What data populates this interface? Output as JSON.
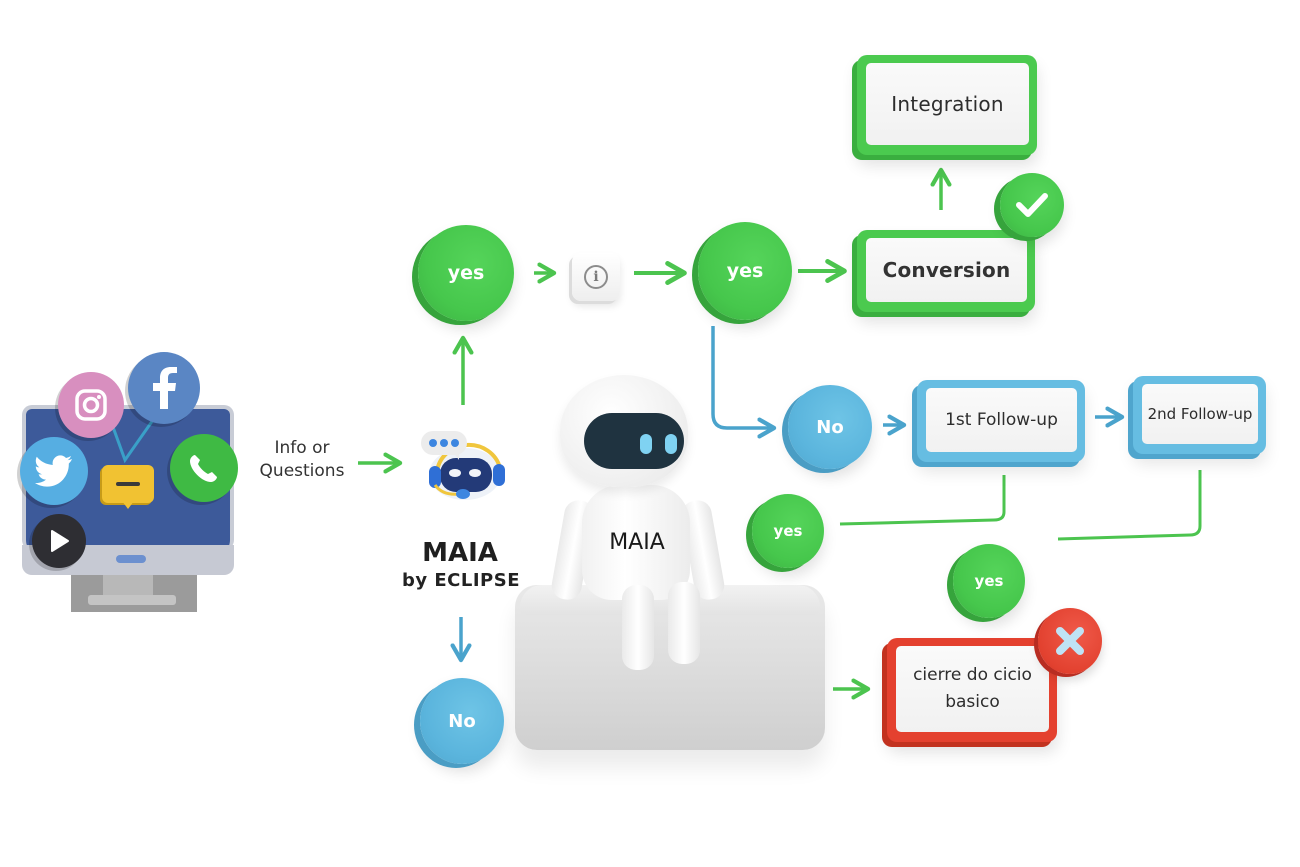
{
  "diagram": {
    "source": {
      "channels": [
        "instagram-icon",
        "facebook-icon",
        "twitter-icon",
        "whatsapp-icon",
        "chat-bubble-icon",
        "play-icon"
      ]
    },
    "input_label_line1": "Info or",
    "input_label_line2": "Questions",
    "assistant": {
      "name": "MAIA",
      "byline": "by ECLIPSE"
    },
    "robot_chest_label": "MAIA",
    "nodes": {
      "yes_1": "yes",
      "info": "i",
      "yes_2": "yes",
      "conversion": "Conversion",
      "integration": "Integration",
      "no_followup": "No",
      "first_followup": "1st Follow-up",
      "second_followup": "2nd Follow-up",
      "yes_from_first": "yes",
      "yes_from_second": "yes",
      "no_bottom": "No",
      "close": "cierre do cicio\nbasico"
    },
    "close_line1": "cierre do cicio",
    "close_line2": "basico",
    "colors": {
      "yes_green": "#46c74c",
      "no_blue": "#5bb5dd",
      "close_red": "#e2412f",
      "arrow_green": "#4cc44f",
      "arrow_blue": "#4aa3cc"
    }
  }
}
